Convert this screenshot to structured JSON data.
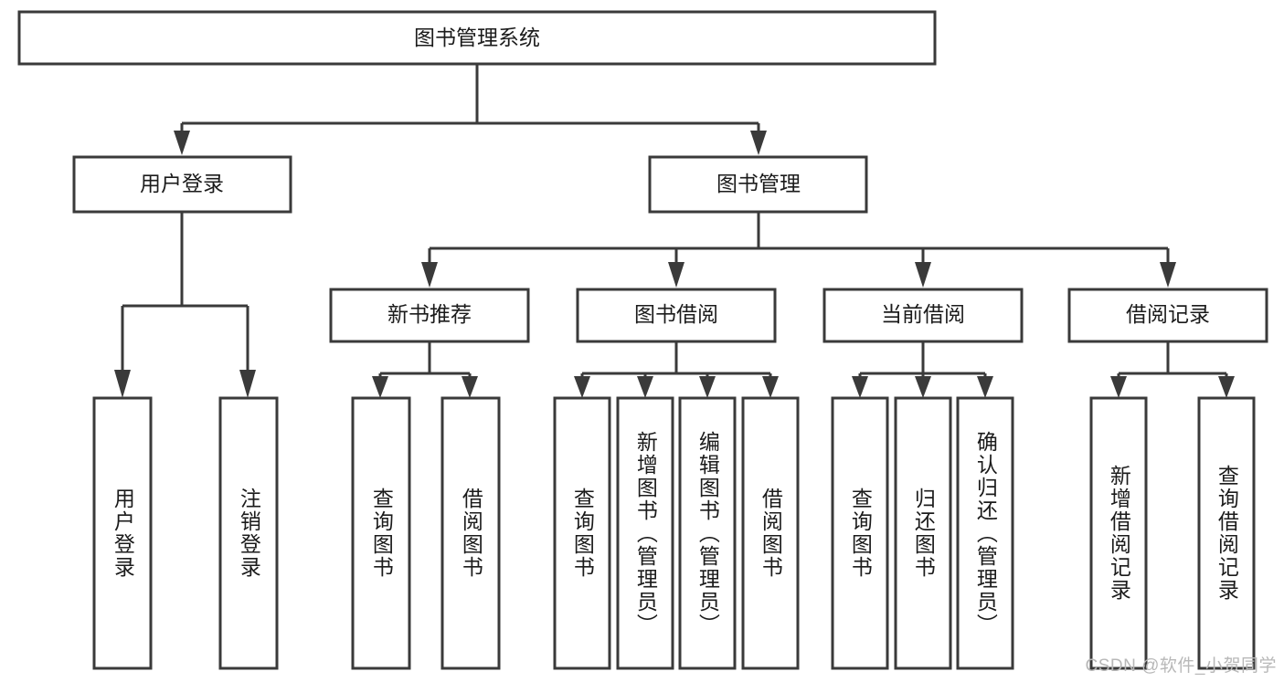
{
  "diagram": {
    "type": "tree-hierarchy-chart",
    "title": "图书管理系统",
    "watermark": "CSDN @软件_小贺同学",
    "colors": {
      "stroke": "#3a3a3a",
      "fill": "#ffffff",
      "text": "#1b1b1b",
      "watermark": "#b8b8b8"
    },
    "root": {
      "label": "图书管理系统",
      "orientation": "horizontal"
    },
    "level2": [
      {
        "label": "用户登录",
        "orientation": "horizontal"
      },
      {
        "label": "图书管理",
        "orientation": "horizontal"
      }
    ],
    "level3": [
      {
        "label": "新书推荐",
        "orientation": "horizontal"
      },
      {
        "label": "图书借阅",
        "orientation": "horizontal"
      },
      {
        "label": "当前借阅",
        "orientation": "horizontal"
      },
      {
        "label": "借阅记录",
        "orientation": "horizontal"
      }
    ],
    "leaves": {
      "user_login": [
        {
          "label": "用户登录",
          "orientation": "vertical"
        },
        {
          "label": "注销登录",
          "orientation": "vertical"
        }
      ],
      "new_book_recommend": [
        {
          "label": "查询图书",
          "orientation": "vertical"
        },
        {
          "label": "借阅图书",
          "orientation": "vertical"
        }
      ],
      "book_borrow": [
        {
          "label": "查询图书",
          "orientation": "vertical"
        },
        {
          "label": "新增图书（管理员）",
          "orientation": "vertical"
        },
        {
          "label": "编辑图书（管理员）",
          "orientation": "vertical"
        },
        {
          "label": "借阅图书",
          "orientation": "vertical"
        }
      ],
      "current_borrow": [
        {
          "label": "查询图书",
          "orientation": "vertical"
        },
        {
          "label": "归还图书",
          "orientation": "vertical"
        },
        {
          "label": "确认归还（管理员）",
          "orientation": "vertical"
        }
      ],
      "borrow_record": [
        {
          "label": "新增借阅记录",
          "orientation": "vertical"
        },
        {
          "label": "查询借阅记录",
          "orientation": "vertical"
        }
      ]
    }
  }
}
